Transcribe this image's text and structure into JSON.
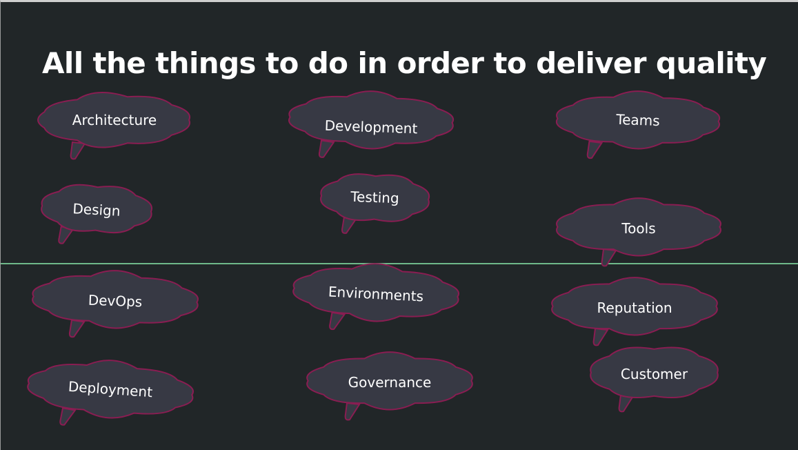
{
  "slide": {
    "title": "All the things to do in order to deliver quality"
  },
  "clouds": {
    "architecture": "Architecture",
    "development": "Development",
    "teams": "Teams",
    "design": "Design",
    "testing": "Testing",
    "tools": "Tools",
    "devops": "DevOps",
    "environments": "Environments",
    "reputation": "Reputation",
    "deployment": "Deployment",
    "governance": "Governance",
    "customer": "Customer"
  },
  "colors": {
    "background": "#212628",
    "cloud_fill": "#373944",
    "cloud_outline": "#8a1d52",
    "divider": "#6fb98a",
    "text": "#ffffff"
  }
}
